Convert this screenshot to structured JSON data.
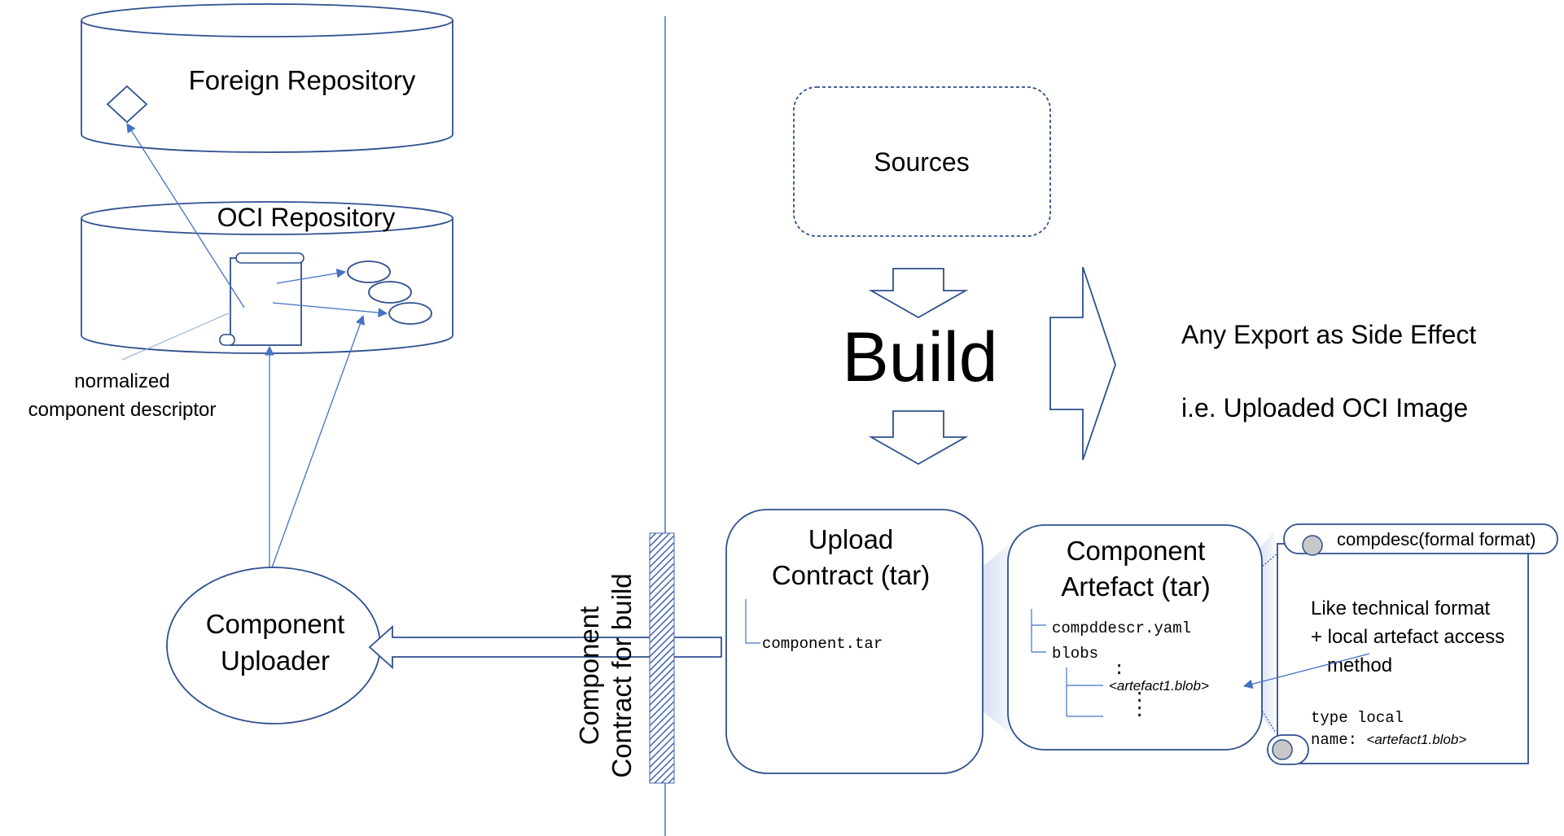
{
  "colors": {
    "outline": "#2f4f8f",
    "arrow": "#4472c4",
    "divider": "#4a6fb5",
    "hatch": "#3f63ab",
    "fill": "#ffffff",
    "text": "#000000",
    "funnel": "#6f93d6",
    "scroll_curl": "#c8c8c8"
  },
  "icons": {
    "diamond": "diamond-icon",
    "document": "scroll-document-icon",
    "ellipse": "blob-ellipse-icon"
  },
  "foreign_repo": {
    "title": "Foreign Repository"
  },
  "oci_repo": {
    "title": "OCI Repository"
  },
  "descriptor_note": {
    "line1": "normalized",
    "line2": "component descriptor"
  },
  "uploader": {
    "line1": "Component",
    "line2": "Uploader"
  },
  "contract_label": {
    "line1": "Component",
    "line2": "Contract for build"
  },
  "sources": {
    "label": "Sources"
  },
  "build": {
    "label": "Build"
  },
  "side_effect": {
    "line1": "Any Export as Side Effect",
    "line2": "i.e. Uploaded OCI Image"
  },
  "upload_contract": {
    "line1": "Upload",
    "line2": "Contract (tar)",
    "file": "component.tar"
  },
  "artefact": {
    "line1": "Component",
    "line2": "Artefact  (tar)",
    "file1": "compddescr.yaml",
    "file2": "blobs",
    "dots": ":",
    "blob": "<artefact1.blob>"
  },
  "compdesc": {
    "title": "compdesc(formal format)",
    "line1": "Like technical format",
    "line2": "+ local artefact access",
    "line3": "method",
    "code1": "type local",
    "code2_key": "name: ",
    "code2_val": "<artefact1.blob>"
  }
}
